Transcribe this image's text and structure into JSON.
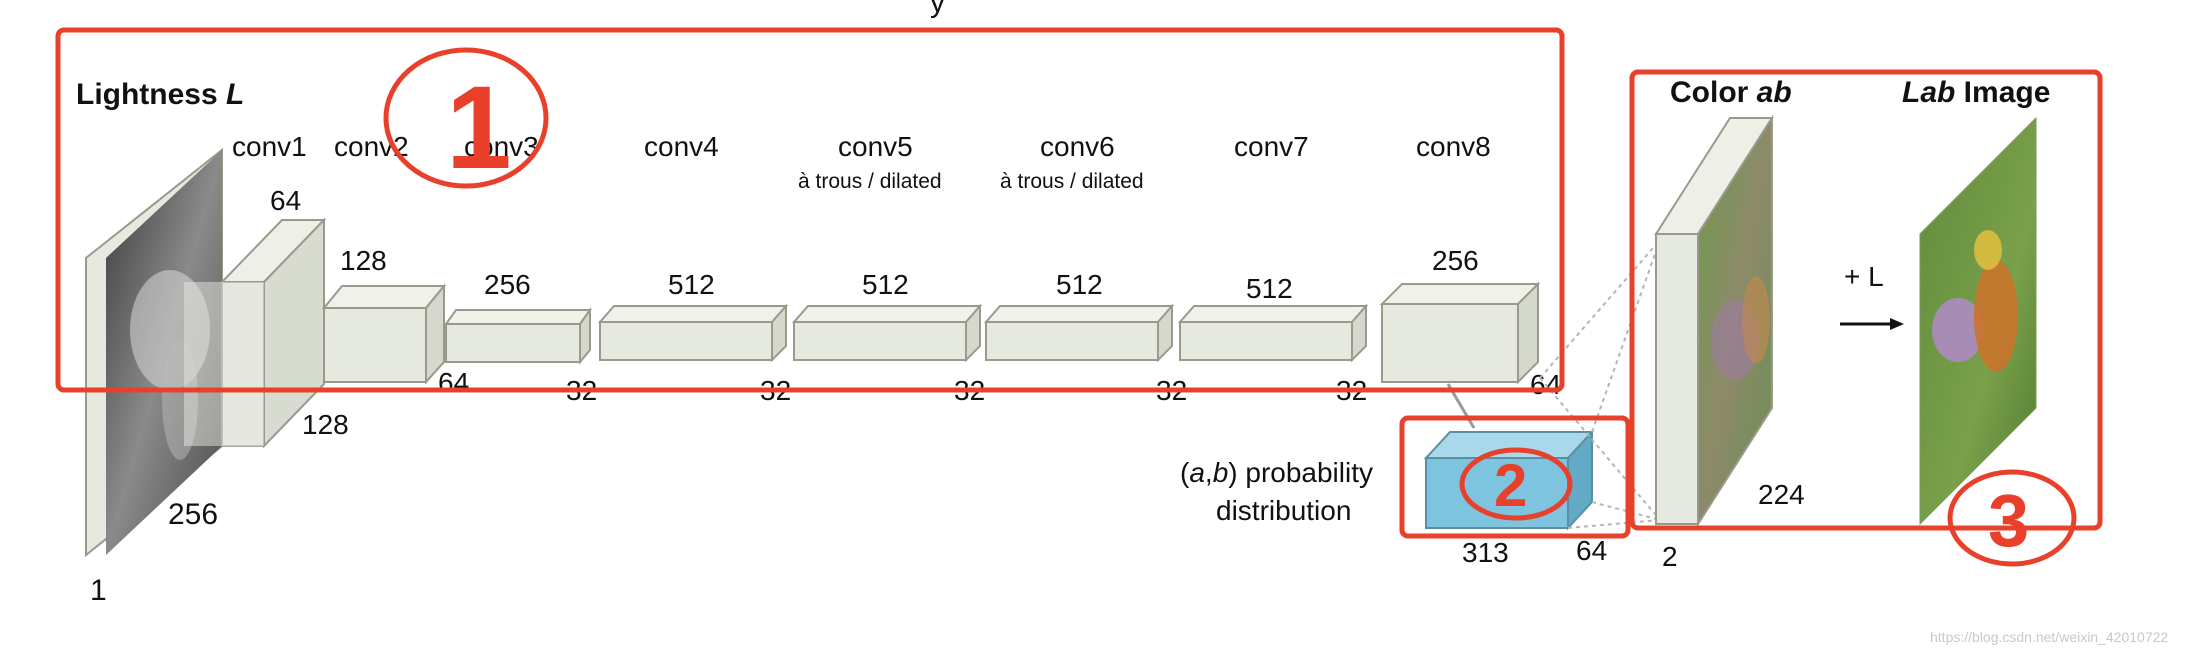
{
  "title_fragment": "y",
  "input": {
    "title_prefix": "Lightness ",
    "title_italic": "L",
    "dims": {
      "channels": "1",
      "height": "256",
      "width": "256"
    }
  },
  "layers": [
    {
      "name": "conv1",
      "sub": "",
      "channels": "64",
      "spatial": "128"
    },
    {
      "name": "conv2",
      "sub": "",
      "channels": "128",
      "spatial": "64"
    },
    {
      "name": "conv3",
      "sub": "",
      "channels": "256",
      "spatial": "32"
    },
    {
      "name": "conv4",
      "sub": "",
      "channels": "512",
      "spatial": "32"
    },
    {
      "name": "conv5",
      "sub": "à trous / dilated",
      "channels": "512",
      "spatial": "32"
    },
    {
      "name": "conv6",
      "sub": "à trous / dilated",
      "channels": "512",
      "spatial": "32"
    },
    {
      "name": "conv7",
      "sub": "",
      "channels": "512",
      "spatial": "32"
    },
    {
      "name": "conv8",
      "sub": "",
      "channels": "256",
      "spatial": "64"
    }
  ],
  "prob": {
    "label_pre": "(",
    "label_a": "a",
    "label_comma": ",",
    "label_b": "b",
    "label_post": ") probability",
    "label_line2": "distribution",
    "channels": "313",
    "spatial": "64"
  },
  "color": {
    "title_prefix": "Color ",
    "title_italic": "ab",
    "channels": "2",
    "size": "224"
  },
  "lab": {
    "title_italic": "Lab",
    "title_suffix": " Image",
    "plus": "+ L"
  },
  "annotations": [
    "1",
    "2",
    "3"
  ],
  "colors": {
    "annotation": "#e8402a",
    "prob_block": "#7ec4df",
    "block": "#e8ebe2"
  },
  "watermark": "https://blog.csdn.net/weixin_42010722"
}
